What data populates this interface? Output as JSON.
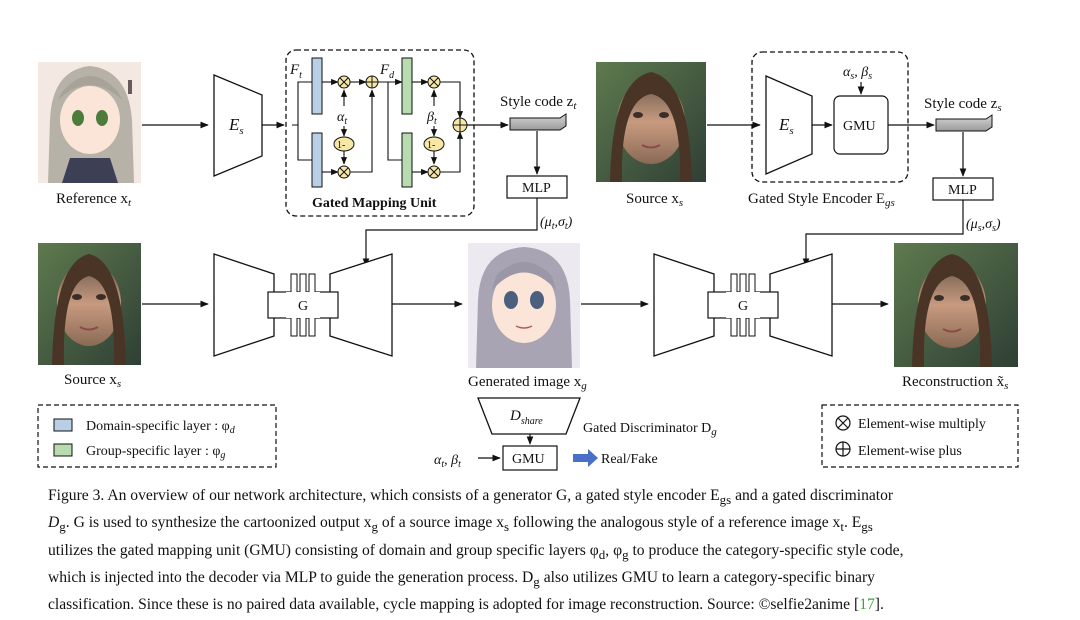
{
  "labels": {
    "reference": "Reference x",
    "reference_sub": "t",
    "es": "E",
    "es_sub": "s",
    "gmu_title": "Gated Mapping Unit",
    "ft": "F",
    "ft_sub": "t",
    "fd": "F",
    "fd_sub": "d",
    "alpha_t": "α",
    "alpha_t_sub": "t",
    "beta_t": "β",
    "beta_t_sub": "t",
    "one_minus": "1-",
    "style_code_t": "Style code z",
    "style_code_t_sub": "t",
    "mlp": "MLP",
    "mu_sigma_t": "(μ",
    "mu_sigma_t_mid": "t",
    "mu_sigma_t_b": ",σ",
    "mu_sigma_t_end": ")",
    "source_xs_top": "Source x",
    "source_xs_sub": "s",
    "es2": "E",
    "es2_sub": "s",
    "gmu": "GMU",
    "alpha_beta_s": "α",
    "alpha_beta_s_sub1": "s",
    "alpha_beta_s_mid": ", β",
    "alpha_beta_s_sub2": "s",
    "gse_title": "Gated Style Encoder E",
    "gse_sub": "gs",
    "style_code_s": "Style code z",
    "style_code_s_sub": "s",
    "mlp2": "MLP",
    "mu_sigma_s": "(μ",
    "mu_sigma_s_mid": "s",
    "mu_sigma_s_b": ",σ",
    "mu_sigma_s_end": ")",
    "g": "G",
    "g2": "G",
    "source_xs_bottom": "Source x",
    "source_xs_bottom_sub": "s",
    "generated": "Generated image x",
    "generated_sub": "g",
    "reconstruction": "Reconstruction x̃",
    "reconstruction_sub": "s",
    "dshare": "D",
    "dshare_sub": "share",
    "gated_disc": "Gated Discriminator D",
    "gated_disc_sub": "g",
    "gmu_disc": "GMU",
    "alpha_beta_t": "α",
    "alpha_beta_t_s1": "t",
    "alpha_beta_t_mid": ", β",
    "alpha_beta_t_s2": "t",
    "real_fake": "Real/Fake",
    "legend_domain": "Domain-specific layer : φ",
    "legend_domain_sub": "d",
    "legend_group": "Group-specific layer : φ",
    "legend_group_sub": "g",
    "legend_mult": "Element-wise multiply",
    "legend_plus": "Element-wise plus"
  },
  "colors": {
    "domain_layer": "#b8cfe6",
    "group_layer": "#b9dbb0",
    "op_circle": "#f7e7a6",
    "style_bar": "#b5b5b5",
    "arrow_blue": "#4a6fc7",
    "citation": "#3aa53a"
  },
  "caption": {
    "line1": "Figure 3. An overview of our network architecture, which consists of a generator G, a gated style encoder E",
    "line1_sub": "gs",
    "line1_end": " and a gated discriminator",
    "line2": "D",
    "line2_sub": "g",
    "line2_b": ". G is used to synthesize the cartoonized output x",
    "line2_sub2": "g",
    "line2_c": " of a source image x",
    "line2_sub3": "s",
    "line2_d": " following the analogous style of a reference image x",
    "line2_sub4": "t",
    "line2_e": ". E",
    "line2_sub5": "gs",
    "line3": "utilizes the gated mapping unit (GMU) consisting of domain and group specific layers φ",
    "line3_sub": "d",
    "line3_b": ", φ",
    "line3_sub2": "g",
    "line3_c": " to produce the category-specific style code,",
    "line4": "which is injected into the decoder via MLP to guide the generation process. D",
    "line4_sub": "g",
    "line4_b": " also utilizes GMU to learn a category-specific binary",
    "line5": "classification. Since these is no paired data available, cycle mapping is adopted for image reconstruction. Source: ©selfie2anime [",
    "line5_ref": "17",
    "line5_end": "]."
  }
}
